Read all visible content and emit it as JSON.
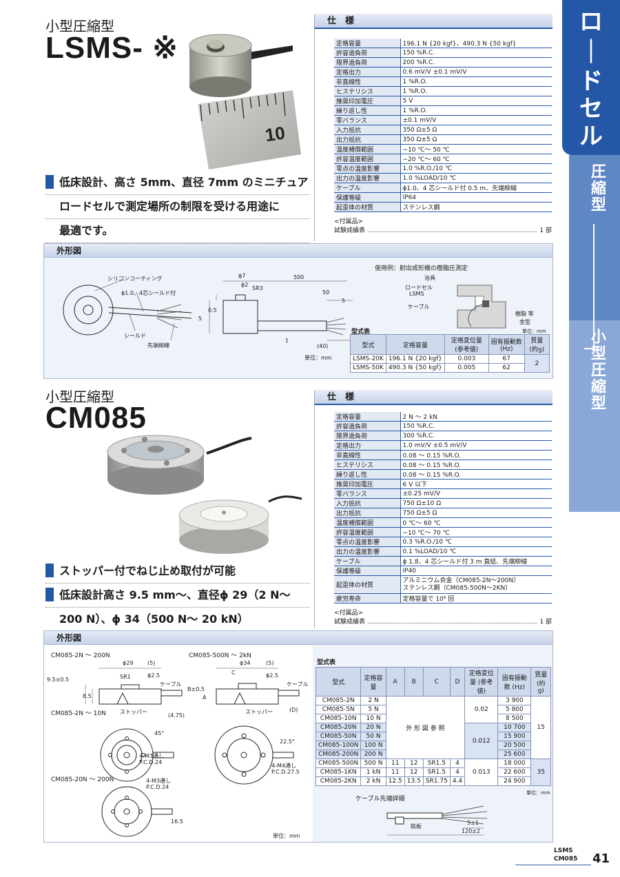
{
  "side_tab": {
    "main": [
      "ロ",
      "｜",
      "ド",
      "セ",
      "ル"
    ],
    "sub1": "圧縮型",
    "sub2": "小型圧縮型"
  },
  "lsms": {
    "tag": "小型圧縮型",
    "name": "LSMS- ※",
    "ruler_number": "10",
    "features": [
      "低床設計、高さ 5mm、直径 7mm のミニチュア",
      "ロードセルで測定場所の制限を受ける用途に",
      "最適です。"
    ],
    "spec_title": "仕　様",
    "specs": [
      [
        "定格容量",
        "196.1 N {20 kgf}、490.3 N {50 kgf}"
      ],
      [
        "許容過負荷",
        "150 %R.C."
      ],
      [
        "限界過負荷",
        "200 %R.C."
      ],
      [
        "定格出力",
        "0.6 mV/V ±0.1 mV/V"
      ],
      [
        "非直線性",
        "1 %R.O."
      ],
      [
        "ヒステリシス",
        "1 %R.O."
      ],
      [
        "推奨印加電圧",
        "5 V"
      ],
      [
        "繰り返し性",
        "1 %R.O."
      ],
      [
        "零バランス",
        "±0.1 mV/V"
      ],
      [
        "入力抵抗",
        "350 Ω±5 Ω"
      ],
      [
        "出力抵抗",
        "350 Ω±5 Ω"
      ],
      [
        "温度補償範囲",
        "−10 ℃～ 50 ℃"
      ],
      [
        "許容温度範囲",
        "−20 ℃～ 60 ℃"
      ],
      [
        "零点の温度影響",
        "1.0 %R.O./10 ℃"
      ],
      [
        "出力の温度影響",
        "1.0 %LOAD/10 ℃"
      ],
      [
        "ケーブル",
        "ϕ1.0、4 芯シールド付 0.5 m、先端柳線"
      ],
      [
        "保護等級",
        "IP64"
      ],
      [
        "起歪体の材質",
        "ステンレス鋼"
      ]
    ],
    "acc_title": "<付属品>",
    "acc_item": "試験成績表",
    "acc_qty": "1 部",
    "outline_title": "外形図",
    "dwg_labels": {
      "silicone": "シリコンコーティング",
      "cable": "ϕ1.0、4芯シールド付",
      "shield": "シールド",
      "tip": "先端柳線",
      "phi7": "ϕ7",
      "phi2": "ϕ2",
      "sr3": "SR3",
      "l500": "500",
      "l50": "50",
      "l5": "5",
      "h5": "5",
      "h05": "0.5",
      "l1": "1",
      "l40": "(40)",
      "unit": "単位：mm"
    },
    "usage_title": "使用例：射出成形機の樹脂圧測定",
    "usage_labels": {
      "jig": "治具",
      "lc": "ロードセル",
      "lsms": "LSMS",
      "cable": "ケーブル",
      "resin": "樹脂 等",
      "mold": "金型"
    },
    "model_title": "型式表",
    "model_unit": "単位：mm",
    "model_headers": [
      "型式",
      "定格容量",
      "定格変位量 (参考値)",
      "固有振動数 (Hz)",
      "質量 (約g)"
    ],
    "model_rows": [
      [
        "LSMS-20K",
        "196.1 N {20 kgf}",
        "0.003",
        "67"
      ],
      [
        "LSMS-50K",
        "490.3 N {50 kgf}",
        "0.005",
        "62"
      ]
    ],
    "model_mass": "2"
  },
  "cm085": {
    "tag": "小型圧縮型",
    "name": "CM085",
    "features": [
      "ストッパー付でねじ止め取付が可能",
      "低床設計高さ 9.5 mm～、直径ϕ 29（2 N～",
      "200 N）、ϕ 34（500 N～ 20 kN）"
    ],
    "spec_title": "仕　様",
    "specs": [
      [
        "定格容量",
        "2 N ～ 2 kN"
      ],
      [
        "許容過負荷",
        "150 %R.C."
      ],
      [
        "限界過負荷",
        "300 %R.C."
      ],
      [
        "定格出力",
        "1.0 mV/V ±0.5 mV/V"
      ],
      [
        "非直線性",
        "0.08 ～ 0.15 %R.O."
      ],
      [
        "ヒステリシス",
        "0.08 ～ 0.15 %R.O."
      ],
      [
        "繰り返し性",
        "0.08 ～ 0.15 %R.O."
      ],
      [
        "推奨印加電圧",
        "6 V 以下"
      ],
      [
        "零バランス",
        "±0.25 mV/V"
      ],
      [
        "入力抵抗",
        "750 Ω±10 Ω"
      ],
      [
        "出力抵抗",
        "750 Ω±5 Ω"
      ],
      [
        "温度補償範囲",
        "0 ℃～ 60 ℃"
      ],
      [
        "許容温度範囲",
        "−10 ℃～ 70 ℃"
      ],
      [
        "零点の温度影響",
        "0.3 %R.O./10 ℃"
      ],
      [
        "出力の温度影響",
        "0.1 %LOAD/10 ℃"
      ],
      [
        "ケーブル",
        "ϕ 1.8、4 芯シールド付 3 m 直結、先端柳線"
      ],
      [
        "保護等級",
        "IP40"
      ]
    ],
    "material_key": "起歪体の材質",
    "material_val1": "アルミニウム合金（CM085-2N～200N）",
    "material_val2": "ステンレス鋼（CM085-500N～2KN）",
    "fatigue_key": "疲労寿命",
    "fatigue_val": "定格容量で 10⁶ 回",
    "acc_title": "<付属品>",
    "acc_item": "試験成績表",
    "acc_qty": "1 部",
    "outline_title": "外形図",
    "dwg_labels": {
      "t1": "CM085-2N ～ 200N",
      "t2": "CM085-500N ～ 2kN",
      "t3": "CM085-2N ～ 10N",
      "t4": "CM085-20N ～ 200N",
      "phi29": "ϕ29",
      "phi34": "ϕ34",
      "p5a": "(5)",
      "p5b": "(5)",
      "sr1": "SR1",
      "phi25a": "ϕ2.5",
      "phi25b": "ϕ2.5",
      "cable1": "ケーブル",
      "cable2": "ケーブル",
      "stopper1": "ストッパー",
      "stopper2": "ストッパー",
      "h95": "9.5±0.5",
      "h85": "8.5",
      "b05": "B±0.5",
      "a": "A",
      "c": "C",
      "d": "(D)",
      "h475": "(4.75)",
      "a45": "45°",
      "a225": "22.5°",
      "m3a": "4-M3通し",
      "pcd24a": "P.C.D.24",
      "m4": "4-M4通し",
      "pcd275": "P.C.D.27.5",
      "m3b": "4-M3通し",
      "pcd24b": "P.C.D.24",
      "h165": "16.5",
      "unit": "単位：mm"
    },
    "model_title": "型式表",
    "model_headers": [
      "型式",
      "定格容量",
      "A",
      "B",
      "C",
      "D",
      "定格変位量 (参考値)",
      "固有振動数 (Hz)",
      "質量 (約 g)"
    ],
    "model_rows": [
      [
        "CM085-2N",
        "2 N",
        "3 900"
      ],
      [
        "CM085-5N",
        "5 N",
        "5 800"
      ],
      [
        "CM085-10N",
        "10 N",
        "8 500"
      ],
      [
        "CM085-20N",
        "20 N",
        "10 700"
      ],
      [
        "CM085-50N",
        "50 N",
        "15 900"
      ],
      [
        "CM085-100N",
        "100 N",
        "20 500"
      ],
      [
        "CM085-200N",
        "200 N",
        "25 600"
      ],
      [
        "CM085-500N",
        "500 N",
        "11",
        "12",
        "SR1.5",
        "4",
        "18 000"
      ],
      [
        "CM085-1KN",
        "1 kN",
        "11",
        "12",
        "SR1.5",
        "4",
        "22 600"
      ],
      [
        "CM085-2KN",
        "2 kN",
        "12.5",
        "13.5",
        "SR1.75",
        "4.4",
        "24 900"
      ]
    ],
    "merged_ref": "外 形 図 参 照",
    "disp1": "0.02",
    "disp2": "0.012",
    "disp3": "0.013",
    "mass1": "15",
    "mass2": "35",
    "model_unit": "単位：mm",
    "cable_tip_title": "ケーブル先端詳細",
    "cable_labels": {
      "plate": "銘板",
      "l5": "5±1",
      "l120": "120±2"
    }
  },
  "footer": {
    "model1": "LSMS",
    "model2": "CM085",
    "page": "41"
  },
  "colors": {
    "accent": "#2458a6",
    "mid": "#5f87c4",
    "light": "#8aa8d7"
  }
}
